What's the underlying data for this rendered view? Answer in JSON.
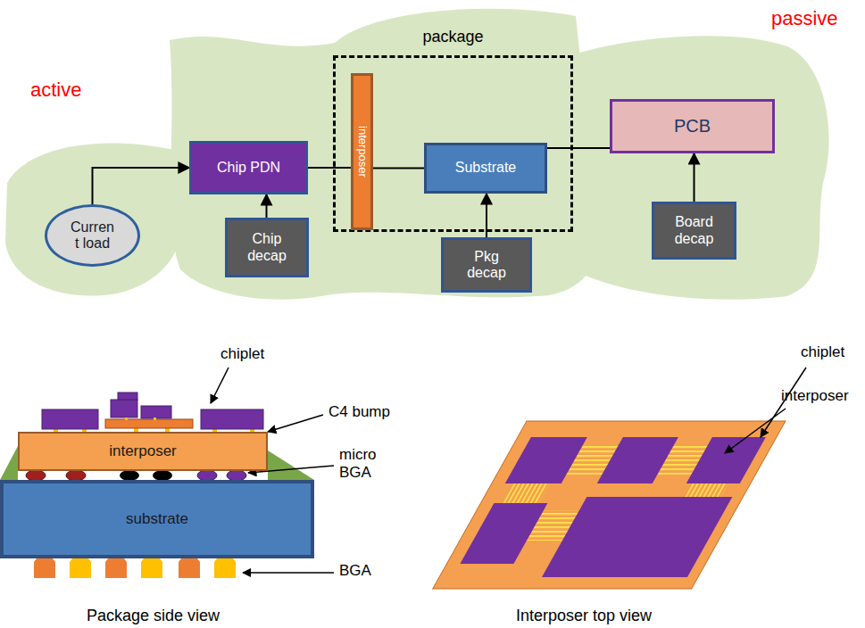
{
  "diagram": {
    "nodes": [
      {
        "text": [
          "Curren t load"
        ]
      },
      {
        "text": [
          "Chip PDN"
        ]
      },
      {
        "text": [
          "Chip decap"
        ]
      },
      {
        "text": [
          "package"
        ]
      },
      {
        "text": [
          "interposer"
        ],
        "in": 3
      },
      {
        "text": [
          "Substrate"
        ],
        "in": 3
      },
      {
        "text": [
          "Pkg decap"
        ]
      },
      {
        "text": [
          "PCB"
        ]
      },
      {
        "text": [
          "Board decap"
        ]
      },
      {
        "text": [
          "interposer"
        ]
      },
      {
        "text": [
          "substrate"
        ]
      }
    ],
    "edges": [
      {
        "from": 0,
        "to": 1,
        "arrow": "to"
      },
      {
        "from": 2,
        "to": 1,
        "arrow": "to"
      },
      {
        "from": 1,
        "to": 4,
        "arrow": "none"
      },
      {
        "from": 4,
        "to": 5,
        "arrow": "none"
      },
      {
        "from": 6,
        "to": 5,
        "arrow": "to"
      },
      {
        "from": 5,
        "to": 7,
        "arrow": "none"
      },
      {
        "from": 8,
        "to": 7,
        "arrow": "to"
      }
    ],
    "labels": [
      "active",
      "passive",
      "chiplet",
      "C4 bump",
      "micro BGA",
      "BGA",
      "Package side view",
      "chiplet",
      "interposer",
      "Interposer top view"
    ]
  }
}
